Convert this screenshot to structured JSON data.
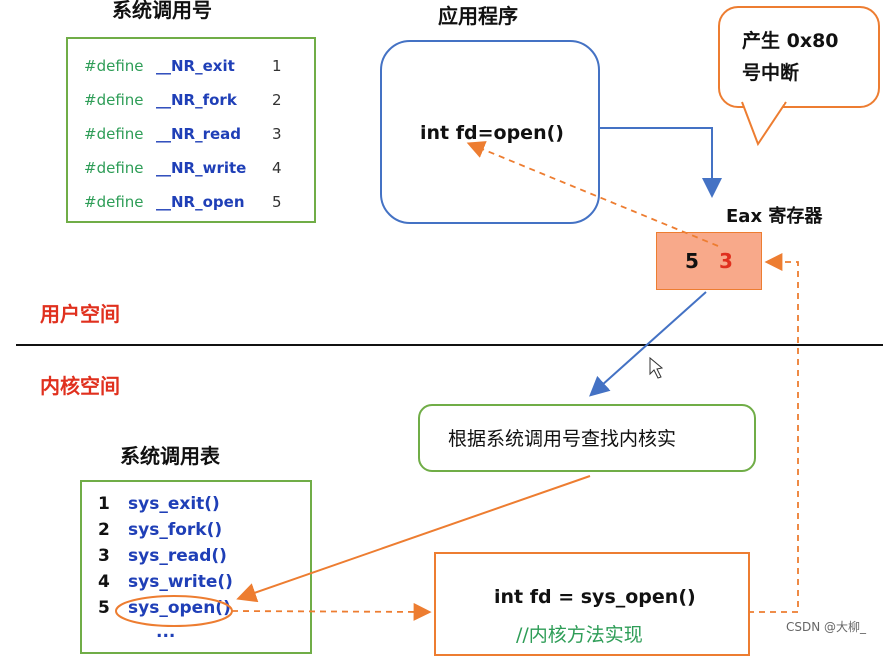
{
  "syscall_numbers": {
    "title": "系统调用号",
    "rows": [
      {
        "keyword": "#define",
        "name": "__NR_exit",
        "num": "1"
      },
      {
        "keyword": "#define",
        "name": "__NR_fork",
        "num": "2"
      },
      {
        "keyword": "#define",
        "name": "__NR_read",
        "num": "3"
      },
      {
        "keyword": "#define",
        "name": "__NR_write",
        "num": "4"
      },
      {
        "keyword": "#define",
        "name": "__NR_open",
        "num": "5"
      }
    ]
  },
  "application": {
    "title": "应用程序",
    "code": "int fd=open()"
  },
  "callout": {
    "line1": "产生 0x80",
    "line2": "号中断"
  },
  "eax": {
    "label": "Eax 寄存器",
    "value_in": "5",
    "value_out": "3"
  },
  "user_space_label": "用户空间",
  "kernel_space_label": "内核空间",
  "lookup_box": "根据系统调用号查找内核实",
  "syscall_table": {
    "title": "系统调用表",
    "rows": [
      {
        "num": "1",
        "fn": "sys_exit()"
      },
      {
        "num": "2",
        "fn": "sys_fork()"
      },
      {
        "num": "3",
        "fn": "sys_read()"
      },
      {
        "num": "4",
        "fn": "sys_write()"
      },
      {
        "num": "5",
        "fn": "sys_open()"
      }
    ],
    "more": "..."
  },
  "kernel_impl": {
    "code": "int fd = sys_open()",
    "comment": "//内核方法实现"
  },
  "watermark": "CSDN @大柳_",
  "colors": {
    "green": "#70ad47",
    "blue": "#4472c4",
    "orange": "#ed7d31",
    "red": "#e0301e",
    "eax_fill": "#f8a98a"
  }
}
